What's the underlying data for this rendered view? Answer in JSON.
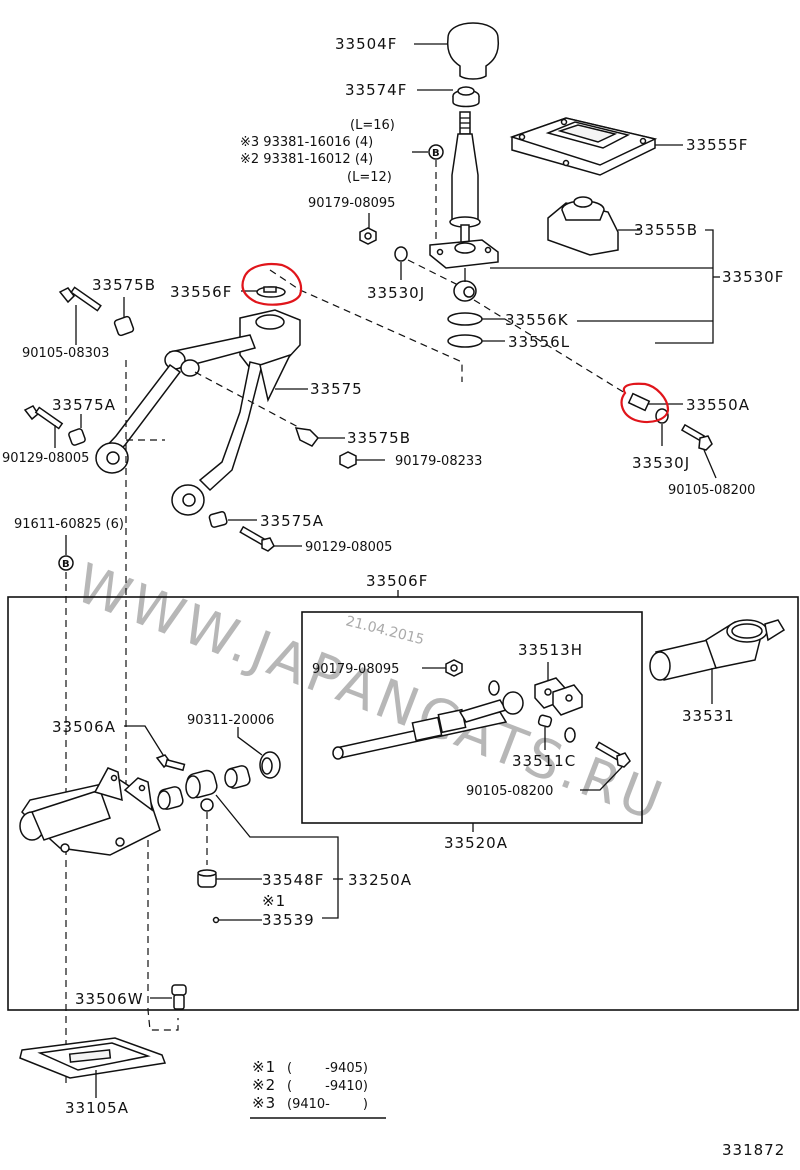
{
  "diagram": {
    "figure_number": "331872",
    "watermark": "WWW.JAPANCATS.RU",
    "watermark_date": "21.04.2015",
    "accent_color": "#e0151b",
    "parts": {
      "p33504F": "33504F",
      "p33574F": "33574F",
      "l16": "(L=16)",
      "p93381_16016": "※3 93381-16016 (4)",
      "p93381_16012": "※2 93381-16012 (4)",
      "l12": "(L=12)",
      "p90179_08095a": "90179-08095",
      "p33555F": "33555F",
      "p33555B": "33555B",
      "p33530F": "33530F",
      "p33530Ja": "33530J",
      "p33556K": "33556K",
      "p33556L": "33556L",
      "p33575Ba": "33575B",
      "p33556F": "33556F",
      "p90105_08303": "90105-08303",
      "p33575": "33575",
      "p33575Aa": "33575A",
      "p33575Bb": "33575B",
      "p90179_08233": "90179-08233",
      "p90129_08005a": "90129-08005",
      "p33550A": "33550A",
      "p33530Jb": "33530J",
      "p90105_08200a": "90105-08200",
      "p91611_60825": "91611-60825 (6)",
      "p33575Ab": "33575A",
      "p90129_08005b": "90129-08005",
      "p33506F": "33506F",
      "p90179_08095b": "90179-08095",
      "p33513H": "33513H",
      "p33531": "33531",
      "p33511C": "33511C",
      "p90105_08200b": "90105-08200",
      "p33520A": "33520A",
      "p33506A": "33506A",
      "p90311_20006": "90311-20006",
      "p33548F": "33548F",
      "p33250A": "33250A",
      "note1_mark": "※1",
      "p33539": "33539",
      "p33506W": "33506W",
      "p33105A": "33105A"
    },
    "badge_letter": "B",
    "highlighted_parts": [
      "33556F",
      "33550A"
    ],
    "legend": [
      {
        "mark": "※1",
        "range": "(        -9405)"
      },
      {
        "mark": "※2",
        "range": "(        -9410)"
      },
      {
        "mark": "※3",
        "range": "(9410-        )"
      }
    ]
  }
}
